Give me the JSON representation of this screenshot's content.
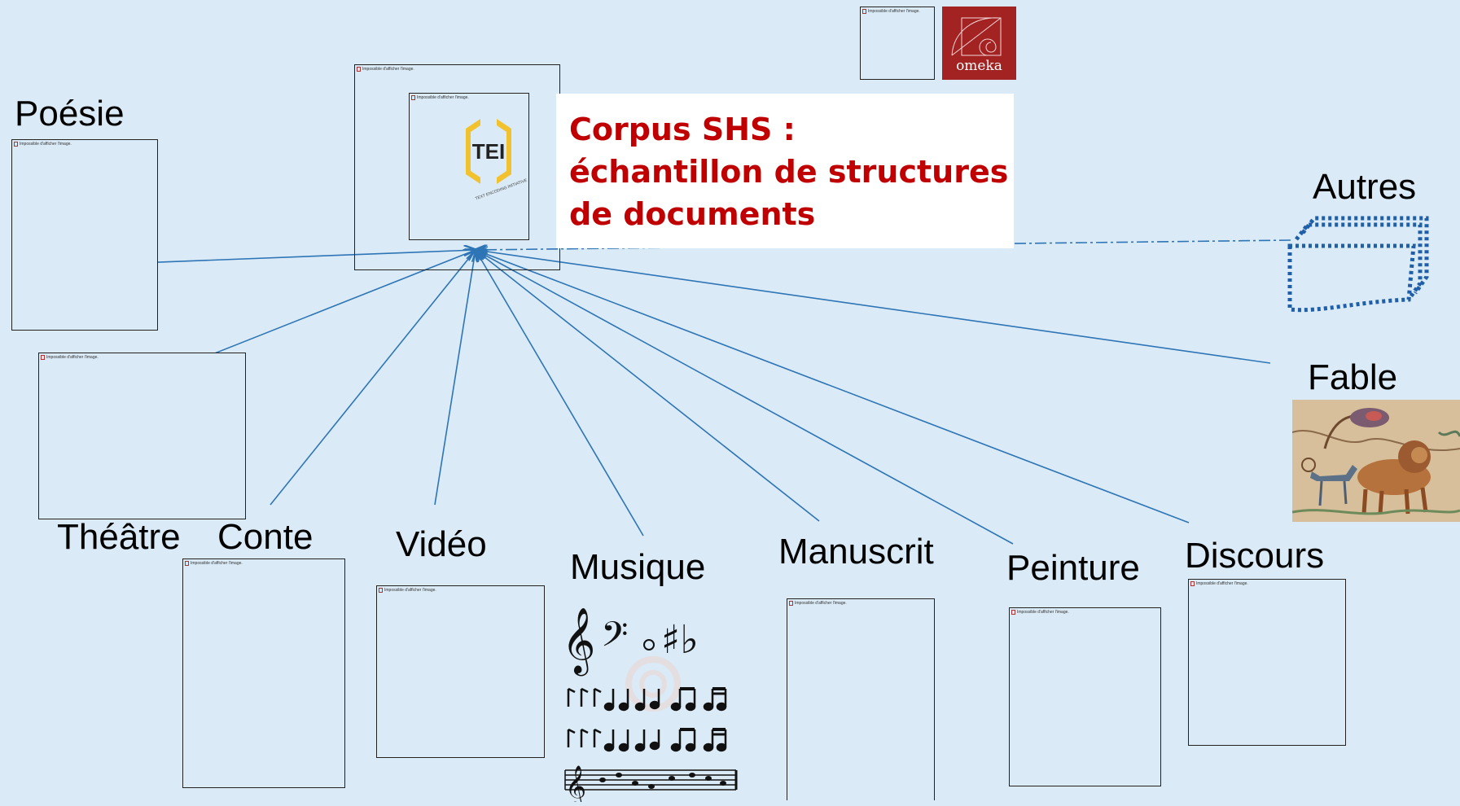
{
  "callout": {
    "line1": "Corpus SHS :",
    "line2": "échantillon de structures",
    "line3": "de documents"
  },
  "labels": {
    "poesie": "Poésie",
    "theatre": "Théâtre",
    "conte": "Conte",
    "video": "Vidéo",
    "musique": "Musique",
    "manuscrit": "Manuscrit",
    "peinture": "Peinture",
    "discours": "Discours",
    "autres": "Autres",
    "fable": "Fable"
  },
  "logos": {
    "tei": "TEI",
    "tei_tagline": "TEXT ENCODING INITIATIVE",
    "omeka": "omeka"
  },
  "broken_image_text": "Impossible d'afficher l'image.",
  "colors": {
    "background": "#daeaf6",
    "connector": "#2e75b6",
    "callout_text": "#c00000",
    "omeka_bg": "#a32323",
    "tei_yellow": "#f2c12e",
    "autres_dots": "#1f5fa8"
  }
}
